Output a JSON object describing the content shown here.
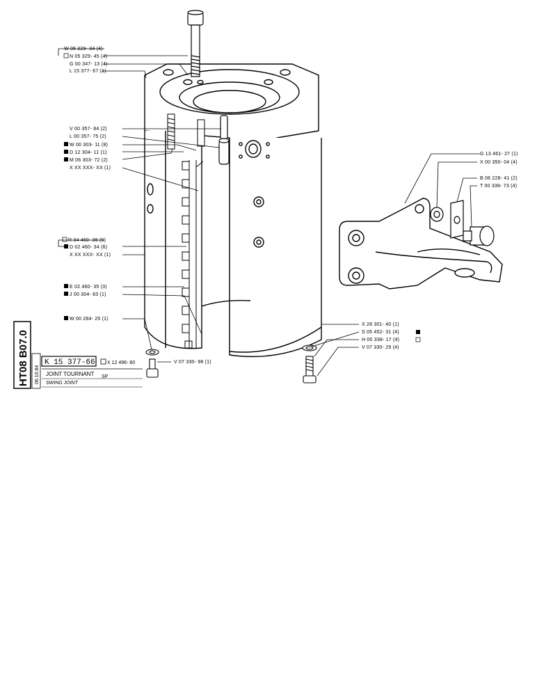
{
  "sheet_code": "HT08 B07.0",
  "title_block": {
    "part_ref": "K 15 377-66",
    "alt_ref": "X 12 496- 80",
    "side_code": "06.10.84",
    "title_fr": "JOINT TOURNANT",
    "title_en": "SWING JOINT",
    "model": "SP"
  },
  "callouts_left": [
    {
      "label": "W 06  329- 34 (4)"
    },
    {
      "label": "N 05  329- 45 (4)"
    },
    {
      "label": "G 00  347- 13 (4)"
    },
    {
      "label": "L  15  377- 67 (1)"
    },
    {
      "label": "V  00  357- 84 (2)"
    },
    {
      "label": "L  00  357- 75 (2)"
    },
    {
      "label": "W 00  303- 11 (8)"
    },
    {
      "label": "D 12  304- 11 (1)"
    },
    {
      "label": "M  06  303- 72 (2)"
    },
    {
      "label": "X  XX  XXX- XX (1)"
    },
    {
      "label": "R  34  460- 36 (6)"
    },
    {
      "label": "D 02  460- 34 (6)"
    },
    {
      "label": "X  XX  XXX- XX (1)"
    },
    {
      "label": "E  02  460- 35 (3)"
    },
    {
      "label": "J  00  304- 83 (1)"
    },
    {
      "label": "W 00  284- 25 (1)"
    },
    {
      "label": "V  07  330- 98 (1)"
    }
  ],
  "callouts_right": [
    {
      "label": "G  13  461- 27 (1)"
    },
    {
      "label": "X  00  350- 04 (4)"
    },
    {
      "label": "B  06  228- 41 (2)"
    },
    {
      "label": "T  00  338- 73 (4)"
    },
    {
      "label": "X  28  301- 40 (1)"
    },
    {
      "label": "S  05  452- 31 (4)"
    },
    {
      "label": "H  00  338- 17 (4)"
    },
    {
      "label": "V  07  330- 29 (4)"
    }
  ]
}
